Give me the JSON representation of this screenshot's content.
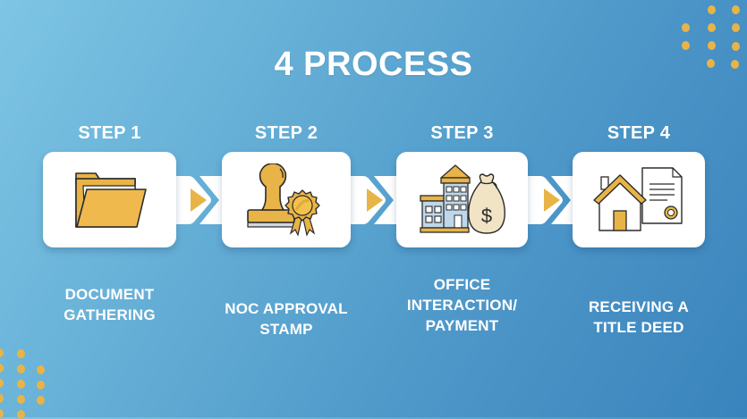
{
  "title": "4 PROCESS",
  "colors": {
    "background_start": "#7EC5E4",
    "background_end": "#3A84BD",
    "accent_gold": "#E8B447",
    "card": "#FFFFFF",
    "text": "#FFFFFF"
  },
  "steps": [
    {
      "label": "STEP 1",
      "icon": "folder-icon",
      "description": "DOCUMENT\nGATHERING"
    },
    {
      "label": "STEP 2",
      "icon": "stamp-with-seal-icon",
      "description": "NOC APPROVAL\nSTAMP"
    },
    {
      "label": "STEP 3",
      "icon": "building-and-money-bag-icon",
      "description": "OFFICE\nINTERACTION/\nPAYMENT"
    },
    {
      "label": "STEP 4",
      "icon": "house-and-deed-icon",
      "description": "RECEIVING A\nTITLE DEED"
    }
  ],
  "connectors": [
    {
      "icon": "arrow-right-icon"
    },
    {
      "icon": "arrow-right-icon"
    },
    {
      "icon": "arrow-right-icon"
    }
  ]
}
